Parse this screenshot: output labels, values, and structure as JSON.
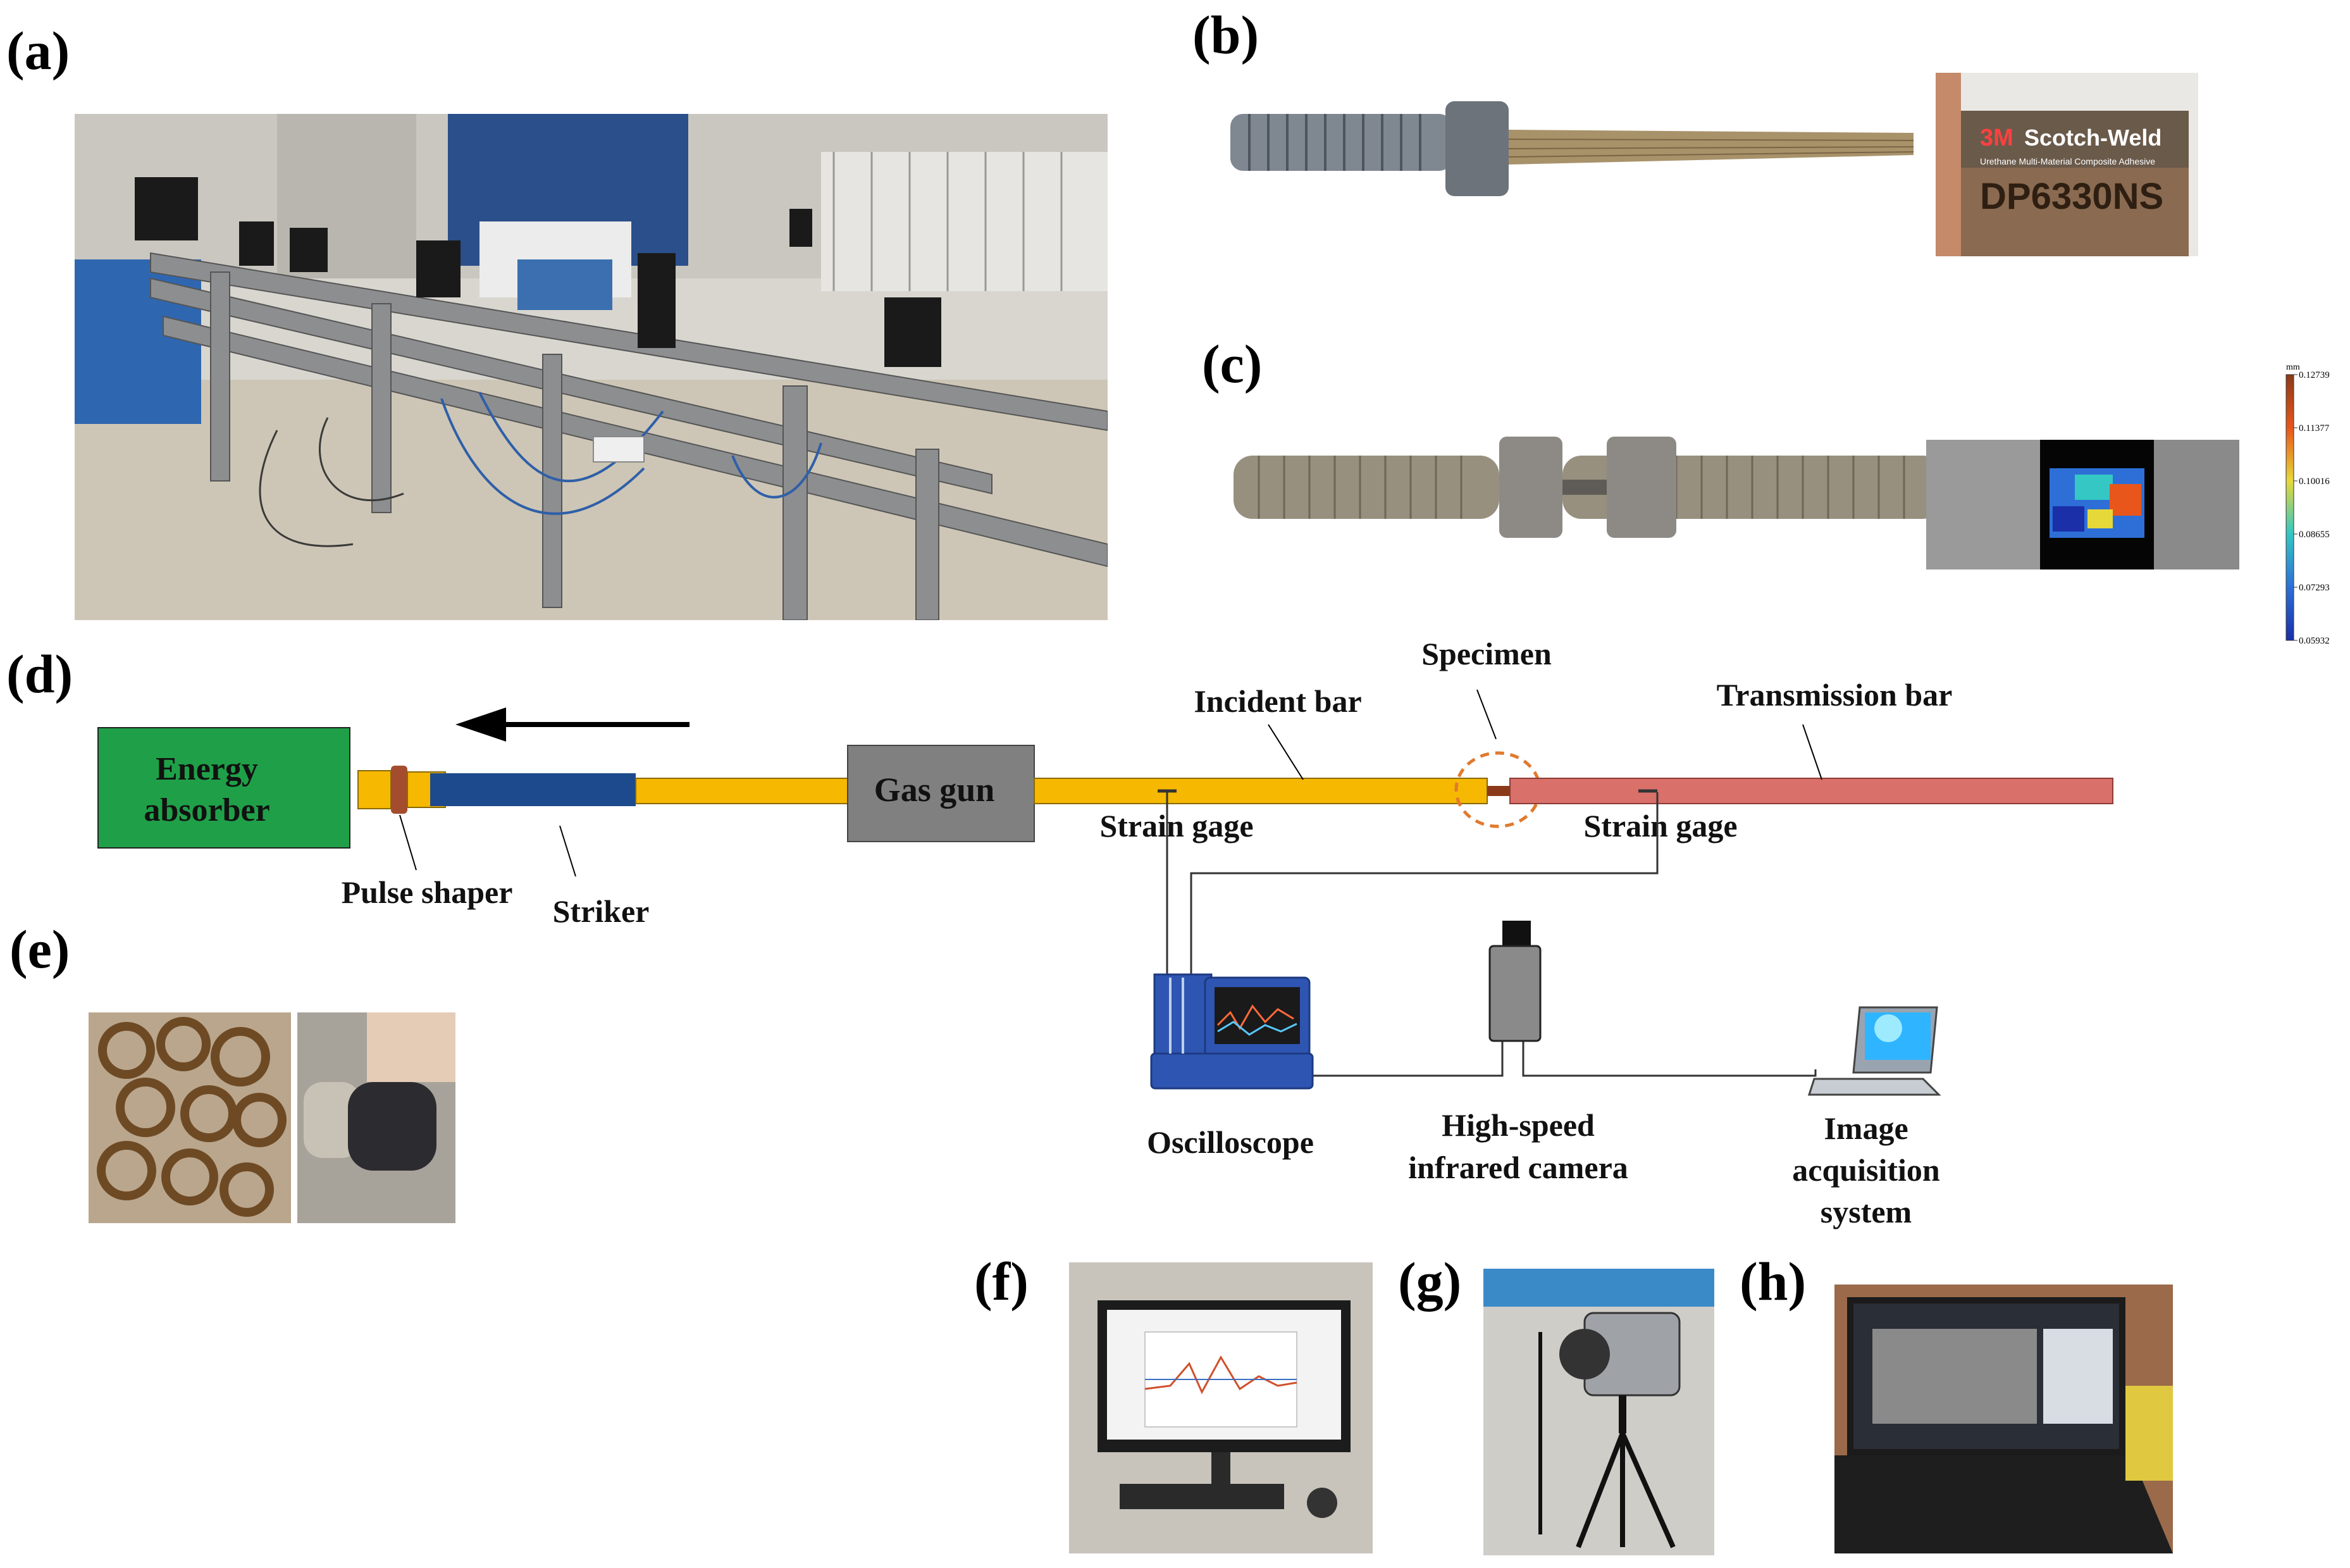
{
  "panels": {
    "a": "(a)",
    "b": "(b)",
    "c": "(c)",
    "d": "(d)",
    "e": "(e)",
    "f": "(f)",
    "g": "(g)",
    "h": "(h)"
  },
  "photo_b": {
    "product_brand": "3M",
    "product_name": "Scotch-Weld",
    "product_subtitle": "Urethane Multi-Material Composite Adhesive",
    "product_code": "DP6330NS"
  },
  "colorbar": {
    "unit": "mm",
    "ticks": [
      "0.12739",
      "0.11377",
      "0.10016",
      "0.08655",
      "0.07293",
      "0.05932"
    ],
    "colors": [
      "#8a3a1a",
      "#e8561c",
      "#e7d83a",
      "#34c7c4",
      "#2d6fd6",
      "#1a2fa8"
    ]
  },
  "diagram": {
    "energy_absorber": "Energy absorber",
    "energy_absorber_line1": "Energy",
    "energy_absorber_line2": "absorber",
    "gas_gun": "Gas gun",
    "incident_bar": "Incident bar",
    "specimen": "Specimen",
    "transmission_bar": "Transmission bar",
    "strain_gage_1": "Strain gage",
    "strain_gage_2": "Strain gage",
    "pulse_shaper": "Pulse shaper",
    "striker": "Striker",
    "oscilloscope": "Oscilloscope",
    "camera_line1": "High-speed",
    "camera_line2": "infrared camera",
    "acq_line1": "Image",
    "acq_line2": "acquisition",
    "acq_line3": "system"
  },
  "colors": {
    "energy_absorber": "#1fa048",
    "bar_yellow": "#f6b800",
    "gas_gun": "#808080",
    "transmission_bar": "#d9706a",
    "striker": "#1d4a8c",
    "specimen_circle": "#e07a2e",
    "wire": "#333333"
  }
}
